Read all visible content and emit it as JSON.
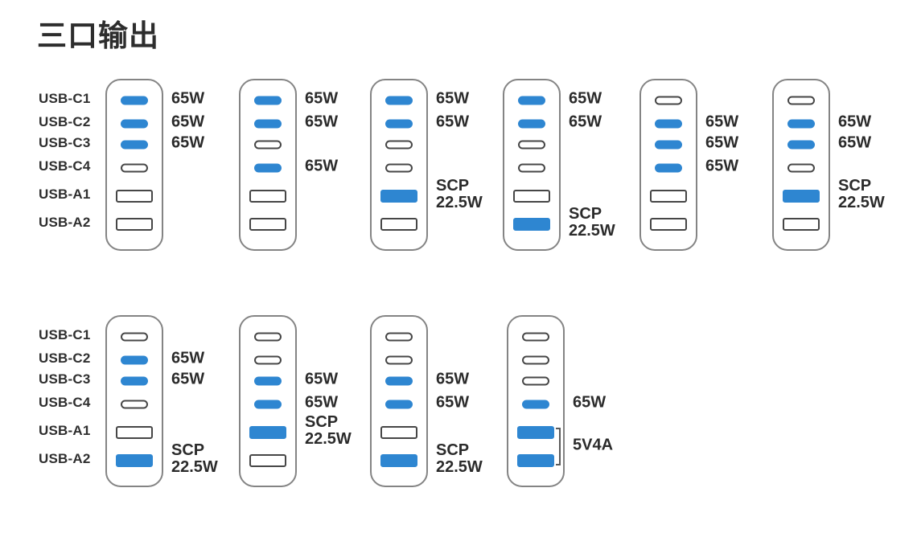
{
  "title": "三口输出",
  "port_names": [
    "USB-C1",
    "USB-C2",
    "USB-C3",
    "USB-C4",
    "USB-A1",
    "USB-A2"
  ],
  "colors": {
    "active_blue": "#2E86D1",
    "port_outline": "#464646",
    "body_outline": "#848484",
    "text": "#2B2B2B"
  },
  "rows": [
    {
      "chargers": [
        {
          "ports": [
            {
              "active": true,
              "label": "65W"
            },
            {
              "active": true,
              "label": "65W"
            },
            {
              "active": true,
              "label": "65W"
            },
            {
              "active": false
            },
            {
              "active": false
            },
            {
              "active": false
            }
          ]
        },
        {
          "ports": [
            {
              "active": true,
              "label": "65W"
            },
            {
              "active": true,
              "label": "65W"
            },
            {
              "active": false
            },
            {
              "active": true,
              "label": "65W"
            },
            {
              "active": false
            },
            {
              "active": false
            }
          ]
        },
        {
          "ports": [
            {
              "active": true,
              "label": "65W"
            },
            {
              "active": true,
              "label": "65W"
            },
            {
              "active": false
            },
            {
              "active": false
            },
            {
              "active": true,
              "label": "SCP\n22.5W"
            },
            {
              "active": false
            }
          ]
        },
        {
          "ports": [
            {
              "active": true,
              "label": "65W"
            },
            {
              "active": true,
              "label": "65W"
            },
            {
              "active": false
            },
            {
              "active": false
            },
            {
              "active": false
            },
            {
              "active": true,
              "label": "SCP\n22.5W"
            }
          ]
        },
        {
          "ports": [
            {
              "active": false
            },
            {
              "active": true,
              "label": "65W"
            },
            {
              "active": true,
              "label": "65W"
            },
            {
              "active": true,
              "label": "65W"
            },
            {
              "active": false
            },
            {
              "active": false
            }
          ]
        },
        {
          "ports": [
            {
              "active": false
            },
            {
              "active": true,
              "label": "65W"
            },
            {
              "active": true,
              "label": "65W"
            },
            {
              "active": false
            },
            {
              "active": true,
              "label": "SCP\n22.5W"
            },
            {
              "active": false
            }
          ]
        }
      ]
    },
    {
      "chargers": [
        {
          "ports": [
            {
              "active": false
            },
            {
              "active": true,
              "label": "65W"
            },
            {
              "active": true,
              "label": "65W"
            },
            {
              "active": false
            },
            {
              "active": false
            },
            {
              "active": true,
              "label": "SCP\n22.5W"
            }
          ]
        },
        {
          "ports": [
            {
              "active": false
            },
            {
              "active": false
            },
            {
              "active": true,
              "label": "65W"
            },
            {
              "active": true,
              "label": "65W"
            },
            {
              "active": true,
              "label": "SCP\n22.5W"
            },
            {
              "active": false
            }
          ]
        },
        {
          "ports": [
            {
              "active": false
            },
            {
              "active": false
            },
            {
              "active": true,
              "label": "65W"
            },
            {
              "active": true,
              "label": "65W"
            },
            {
              "active": false
            },
            {
              "active": true,
              "label": "SCP\n22.5W"
            }
          ]
        },
        {
          "ports": [
            {
              "active": false
            },
            {
              "active": false
            },
            {
              "active": false
            },
            {
              "active": true,
              "label": "65W"
            },
            {
              "active": true
            },
            {
              "active": true
            }
          ],
          "bracket": {
            "ports": [
              4,
              5
            ],
            "label": "5V4A"
          }
        }
      ]
    }
  ]
}
